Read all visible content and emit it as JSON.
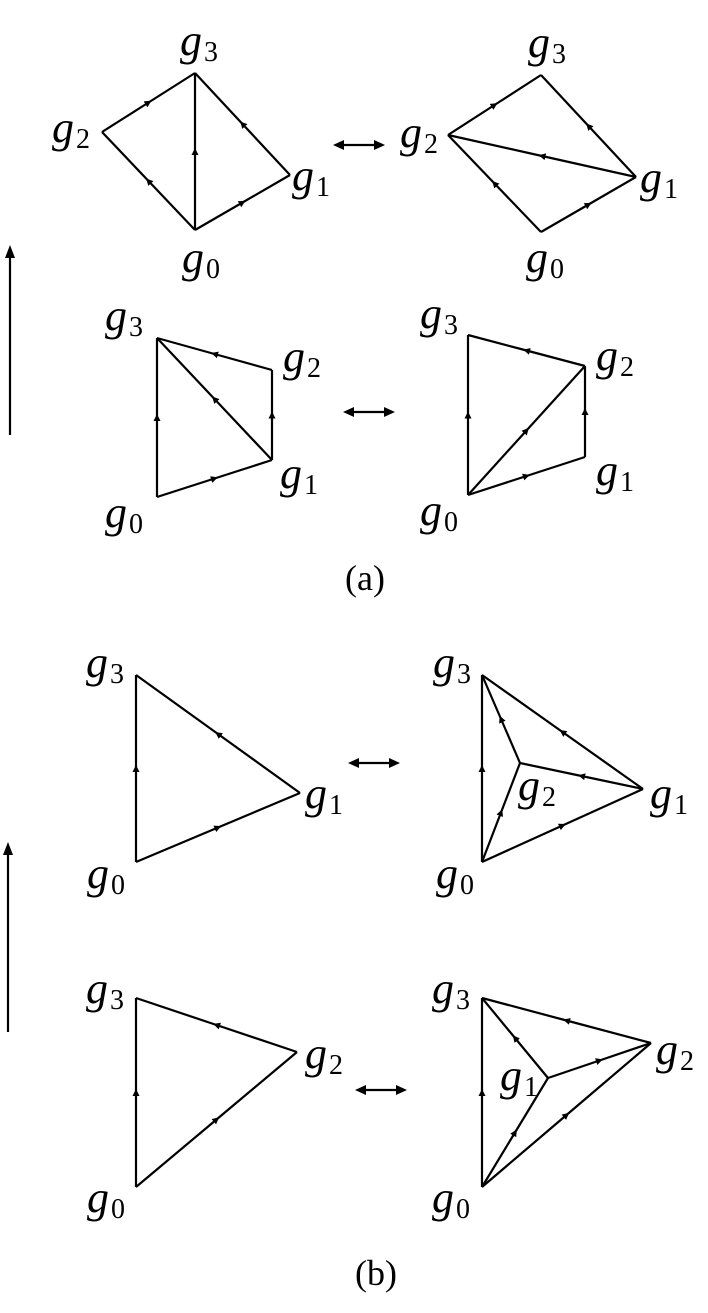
{
  "captions": {
    "a": "(a)",
    "b": "(b)"
  },
  "vertex_letter": "g",
  "vertex_indices": [
    "0",
    "1",
    "2",
    "3"
  ],
  "colors": {
    "stroke": "#000000",
    "background": "#ffffff"
  },
  "figures": [
    {
      "id": "a-top-left",
      "vertices": [
        "g0",
        "g1",
        "g2",
        "g3"
      ],
      "edges": [
        [
          "g0",
          "g1"
        ],
        [
          "g1",
          "g3"
        ],
        [
          "g0",
          "g2"
        ],
        [
          "g2",
          "g3"
        ],
        [
          "g0",
          "g3"
        ]
      ]
    },
    {
      "id": "a-top-right",
      "vertices": [
        "g0",
        "g1",
        "g2",
        "g3"
      ],
      "edges": [
        [
          "g0",
          "g1"
        ],
        [
          "g1",
          "g3"
        ],
        [
          "g0",
          "g2"
        ],
        [
          "g2",
          "g3"
        ],
        [
          "g1",
          "g2"
        ]
      ]
    },
    {
      "id": "a-bottom-left",
      "vertices": [
        "g0",
        "g1",
        "g2",
        "g3"
      ],
      "edges": [
        [
          "g0",
          "g1"
        ],
        [
          "g0",
          "g3"
        ],
        [
          "g1",
          "g2"
        ],
        [
          "g2",
          "g3"
        ],
        [
          "g1",
          "g3"
        ]
      ]
    },
    {
      "id": "a-bottom-right",
      "vertices": [
        "g0",
        "g1",
        "g2",
        "g3"
      ],
      "edges": [
        [
          "g0",
          "g1"
        ],
        [
          "g0",
          "g3"
        ],
        [
          "g1",
          "g2"
        ],
        [
          "g2",
          "g3"
        ],
        [
          "g0",
          "g2"
        ]
      ]
    },
    {
      "id": "b-top-left",
      "vertices": [
        "g0",
        "g1",
        "g3"
      ],
      "edges": [
        [
          "g0",
          "g1"
        ],
        [
          "g0",
          "g3"
        ],
        [
          "g1",
          "g3"
        ]
      ]
    },
    {
      "id": "b-top-right",
      "vertices": [
        "g0",
        "g1",
        "g2",
        "g3"
      ],
      "edges": [
        [
          "g0",
          "g1"
        ],
        [
          "g0",
          "g3"
        ],
        [
          "g1",
          "g3"
        ],
        [
          "g1",
          "g2"
        ],
        [
          "g0",
          "g2"
        ],
        [
          "g2",
          "g3"
        ]
      ]
    },
    {
      "id": "b-bottom-left",
      "vertices": [
        "g0",
        "g2",
        "g3"
      ],
      "edges": [
        [
          "g0",
          "g2"
        ],
        [
          "g0",
          "g3"
        ],
        [
          "g2",
          "g3"
        ]
      ]
    },
    {
      "id": "b-bottom-right",
      "vertices": [
        "g0",
        "g1",
        "g2",
        "g3"
      ],
      "edges": [
        [
          "g0",
          "g2"
        ],
        [
          "g0",
          "g3"
        ],
        [
          "g2",
          "g3"
        ],
        [
          "g1",
          "g2"
        ],
        [
          "g0",
          "g1"
        ],
        [
          "g1",
          "g3"
        ]
      ]
    }
  ],
  "equivalences": [
    [
      "a-top-left",
      "a-top-right"
    ],
    [
      "a-bottom-left",
      "a-bottom-right"
    ],
    [
      "b-top-left",
      "b-top-right"
    ],
    [
      "b-bottom-left",
      "b-bottom-right"
    ]
  ]
}
